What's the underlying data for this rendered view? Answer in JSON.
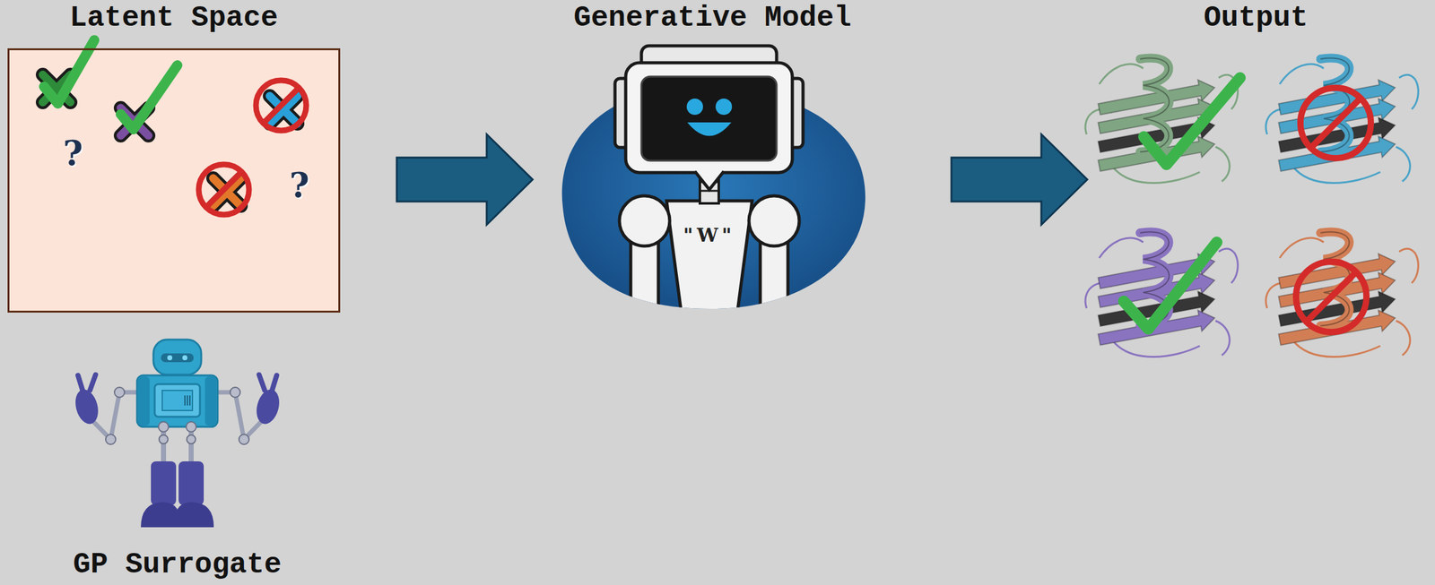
{
  "diagram": {
    "nodes": [
      {
        "text": [
          "Latent Space"
        ]
      },
      {
        "text": [
          "Generative Model"
        ]
      },
      {
        "text": [
          "Output"
        ]
      }
    ],
    "edges": [
      {
        "from": 0,
        "to": 1,
        "arrow": "to"
      },
      {
        "from": 1,
        "to": 2,
        "arrow": "to"
      }
    ],
    "labels": [
      "?",
      "?",
      "\"W\"",
      "GP Surrogate"
    ]
  }
}
